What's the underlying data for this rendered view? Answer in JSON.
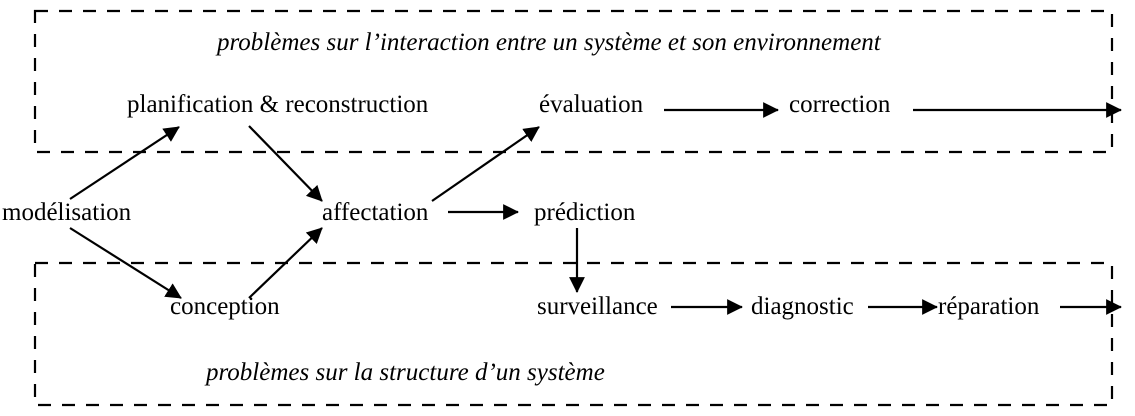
{
  "diagram": {
    "title_top_group": "problèmes sur l’interaction entre un système et son environnement",
    "title_bottom_group": "problèmes sur la structure d’un système",
    "stroke_color": "#000000",
    "background_color": "#ffffff",
    "nodes": [
      {
        "id": "modelisation",
        "label": "modélisation"
      },
      {
        "id": "planification",
        "label": "planification & reconstruction"
      },
      {
        "id": "conception",
        "label": "conception"
      },
      {
        "id": "affectation",
        "label": "affectation"
      },
      {
        "id": "evaluation",
        "label": "évaluation"
      },
      {
        "id": "correction",
        "label": "correction"
      },
      {
        "id": "prediction",
        "label": "prédiction"
      },
      {
        "id": "surveillance",
        "label": "surveillance"
      },
      {
        "id": "diagnostic",
        "label": "diagnostic"
      },
      {
        "id": "reparation",
        "label": "réparation"
      }
    ],
    "groups": [
      {
        "id": "top-group",
        "caption": "problèmes sur l’interaction entre un système et son environnement",
        "border": "dashed"
      },
      {
        "id": "bottom-group",
        "caption": "problèmes sur la structure d’un système",
        "border": "dashed"
      }
    ],
    "edges": [
      {
        "from": "modelisation",
        "to": "planification"
      },
      {
        "from": "modelisation",
        "to": "conception"
      },
      {
        "from": "planification",
        "to": "affectation"
      },
      {
        "from": "conception",
        "to": "affectation"
      },
      {
        "from": "affectation",
        "to": "evaluation"
      },
      {
        "from": "affectation",
        "to": "prediction"
      },
      {
        "from": "evaluation",
        "to": "correction"
      },
      {
        "from": "correction",
        "to": "out-top"
      },
      {
        "from": "prediction",
        "to": "surveillance"
      },
      {
        "from": "surveillance",
        "to": "diagnostic"
      },
      {
        "from": "diagnostic",
        "to": "reparation"
      },
      {
        "from": "reparation",
        "to": "out-bottom"
      }
    ]
  }
}
